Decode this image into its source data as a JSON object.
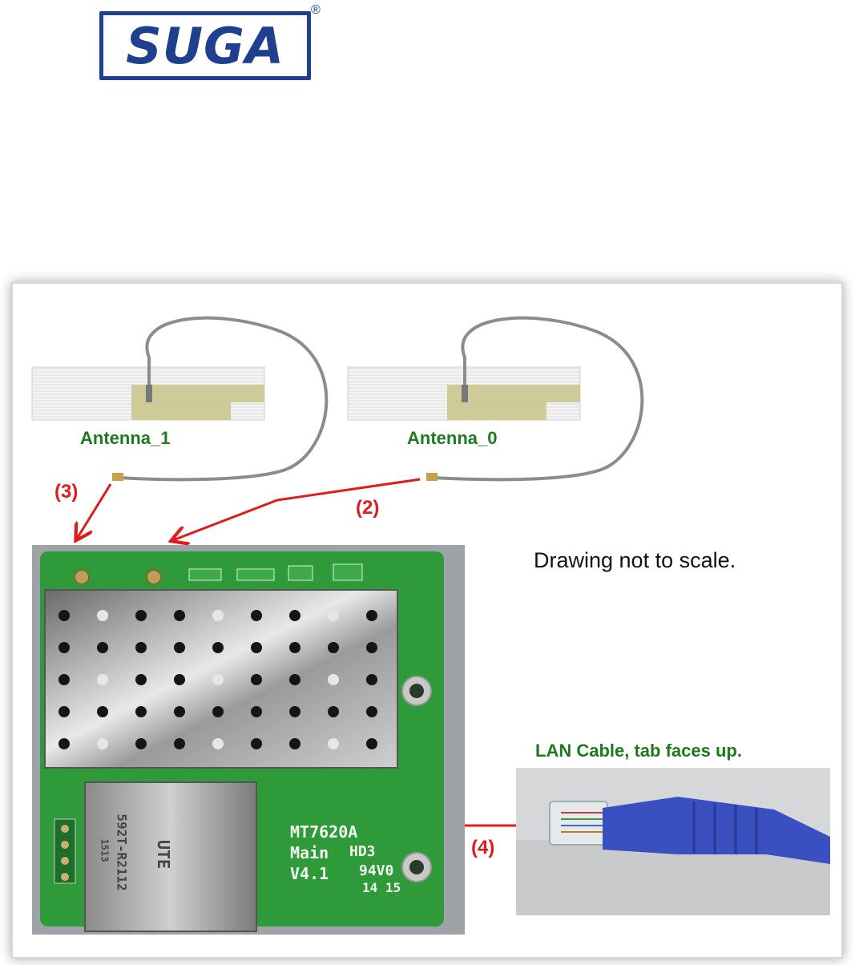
{
  "logo": {
    "text": "SUGA",
    "registered": "®"
  },
  "figure": {
    "antenna_1": "Antenna_1",
    "antenna_0": "Antenna_0",
    "step_3": "(3)",
    "step_2": "(2)",
    "step_4": "(4)",
    "note": "Drawing not to scale.",
    "lan_caption": "LAN Cable, tab faces up."
  },
  "board": {
    "chip": "MT7620A",
    "line2": "Main",
    "line3": "V4.1",
    "mark": "HD3",
    "rating": "94V0",
    "date": "14 15",
    "jack_brand": "UTE",
    "jack_part": "592T-R2112",
    "jack_code": "1513"
  },
  "colors": {
    "logo_blue": "#1f3f8f",
    "label_green": "#1f7a1f",
    "arrow_red": "#e01b1b",
    "pcb_green": "#2e9a3a",
    "cable_blue": "#3a4fc0"
  },
  "icons": [
    "antenna-pcb-icon",
    "ufl-connector-icon",
    "rj45-plug-icon"
  ]
}
